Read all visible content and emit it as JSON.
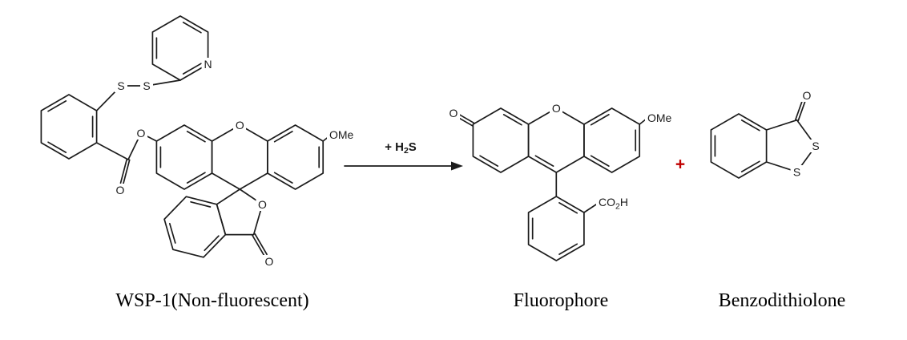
{
  "atoms": {
    "oxygen": "O",
    "nitrogen": "N",
    "sulfur": "S",
    "methoxy": "OMe",
    "acid": {
      "pre": "CO",
      "sub": "2",
      "post": "H"
    }
  },
  "reaction": {
    "reagent": {
      "pre": "+ H",
      "sub": "2",
      "post": "S"
    },
    "plus": "+",
    "plus_color": "#c00000"
  },
  "captions": {
    "wsp1": "WSP-1(Non-fluorescent)",
    "fluorophore": "Fluorophore",
    "benzodithiolone": "Benzodithiolone"
  }
}
